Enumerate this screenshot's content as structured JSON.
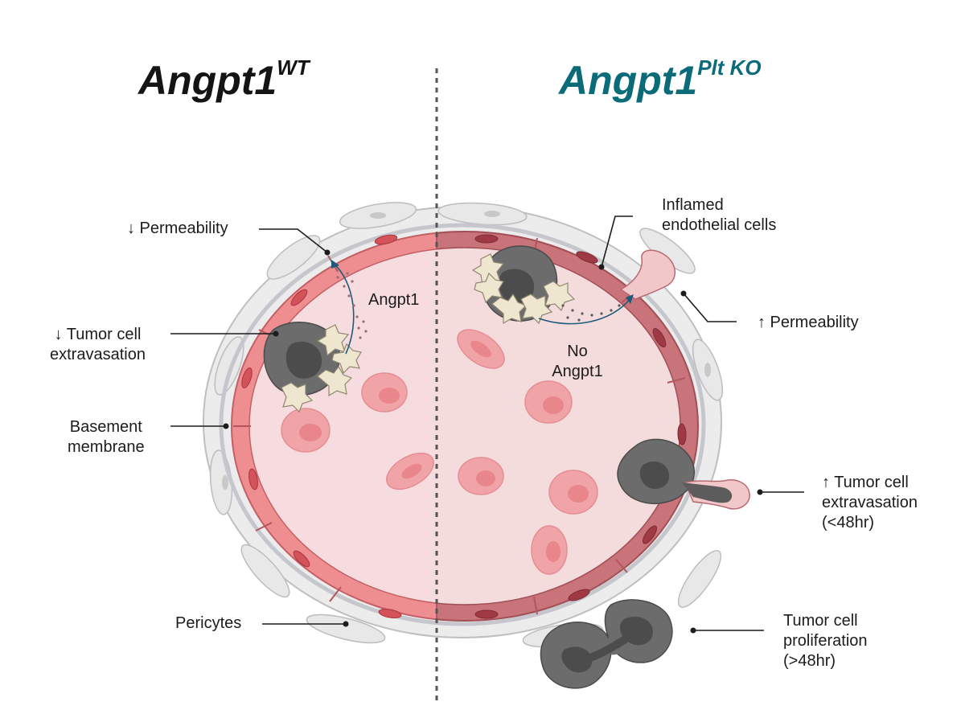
{
  "titles": {
    "left_main": "Angpt1",
    "left_sup": "WT",
    "right_main": "Angpt1",
    "right_sup": "Plt KO"
  },
  "labels": {
    "perm_down": "↓ Permeability",
    "tumor_extrav_down_1": "↓ Tumor cell",
    "tumor_extrav_down_2": "extravasation",
    "basement_1": "Basement",
    "basement_2": "membrane",
    "pericytes": "Pericytes",
    "angpt1": "Angpt1",
    "no_angpt1_1": "No",
    "no_angpt1_2": "Angpt1",
    "inflamed_1": "Inflamed",
    "inflamed_2": "endothelial cells",
    "perm_up": "↑ Permeability",
    "tumor_extrav_up_1": "↑ Tumor cell",
    "tumor_extrav_up_2": "extravasation",
    "tumor_extrav_up_3": "(<48hr)",
    "prolif_1": "Tumor cell",
    "prolif_2": "proliferation",
    "prolif_3": "(>48hr)"
  },
  "colors": {
    "title_wt": "#141414",
    "title_ko": "#0b6b78",
    "lumen": "#f5dadc",
    "endothelial_wt": "#ef8e90",
    "endothelial_ko": "#c9737a",
    "tumor_cell": "#6e6e6e",
    "platelet": "#efe6cf",
    "rbc": "#f2a2a6",
    "pericyte": "#e9e9e9",
    "arrow": "#1f5a7a"
  }
}
